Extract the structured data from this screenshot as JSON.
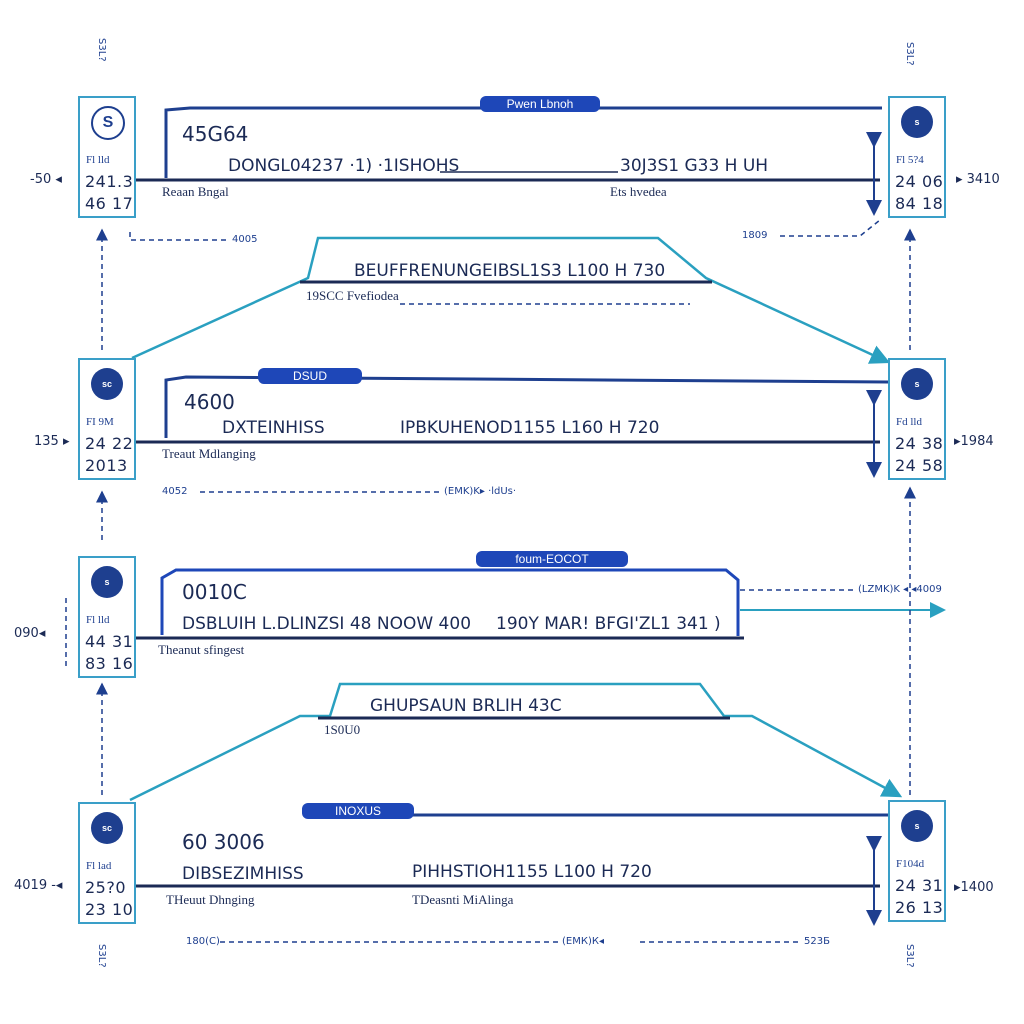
{
  "blocks": [
    {
      "tag": "Pwen Lbnoh",
      "number": "45G64",
      "code_left": "DONGL04237 ·1) ·1ISHOHS",
      "code_right": "30J3S1 G33 H UH",
      "label_left": "Reaan Bngal",
      "label_right": "Ets hvedea"
    },
    {
      "trap_code": "BEUFFRENUNGEIBSL1S3 L100 H 730",
      "trap_sub": "19SCC Fvefiodea"
    },
    {
      "tag": "DSUD",
      "number": "4600",
      "code_left": "DXTEINHISS",
      "code_right": "IPBKUHENOD1155 L160 H 720",
      "label_left": "Treaut Mdlanging",
      "dash_left": "4052",
      "dash_mid": "(EMK)K▸ ·ldUs·"
    },
    {
      "tag": "foum-EOCOT",
      "number": "0010C",
      "code_left": "DSBLUIH L.DLINZSI 48 NOOW 400",
      "code_right": "190Y MAR! BFGI'ZL1 341 )",
      "label_left": "Theanut sfingest",
      "arrow_label": "(LZMK)K ◂ ◂4009"
    },
    {
      "trap_code": "GHUPSAUN BRLIH 43C",
      "trap_sub": "1S0U0"
    },
    {
      "tag": "INOXUS",
      "number": "60 3006",
      "code_left": "DIBSEZIMHISS",
      "code_right": "PIHHSTIOH1155 L100 H 720",
      "label_left": "THeuut Dhnging",
      "label_right": "TDeasnti MiAlinga",
      "dash_left": "180(C)",
      "dash_mid": "(ЕМК)К◂",
      "dash_right": "523Б"
    }
  ],
  "nodes_left": [
    {
      "badge": "S",
      "kind": "Fl lld",
      "v1": "241.3",
      "v2": "46 17",
      "side": "-50 ◂"
    },
    {
      "badge": "sc",
      "kind": "FI 9M",
      "v1": "24 22",
      "v2": "2013",
      "side": "135 ▸"
    },
    {
      "badge": "s",
      "kind": "Fl lld",
      "v1": "44 31",
      "v2": "83 16",
      "side": "090◂"
    },
    {
      "badge": "sc",
      "kind": "Fl lad",
      "v1": "25?0",
      "v2": "23 10",
      "side": "4019 -◂"
    }
  ],
  "nodes_right": [
    {
      "badge": "s",
      "kind": "Fl 5?4",
      "v1": "24 06",
      "v2": "84 18",
      "side": "▸ 3410"
    },
    {
      "badge": "s",
      "kind": "Fd lld",
      "v1": "24 38",
      "v2": "24 58",
      "side": "▸1984"
    },
    {
      "badge": "s",
      "kind": "F104d",
      "v1": "24 31",
      "v2": "26 13",
      "side": "▸1400"
    }
  ],
  "dash_labels": {
    "top_left": "4005",
    "top_right": "1809"
  },
  "vertical_labels": {
    "top_left": "S3L?",
    "top_right": "S3L?",
    "bottom_left": "S3L?",
    "bottom_right": "S3L?"
  },
  "colors": {
    "navy": "#1e3f8f",
    "teal": "#2aa0c0",
    "dark": "#1b2a55",
    "tag": "#1e47b8"
  }
}
